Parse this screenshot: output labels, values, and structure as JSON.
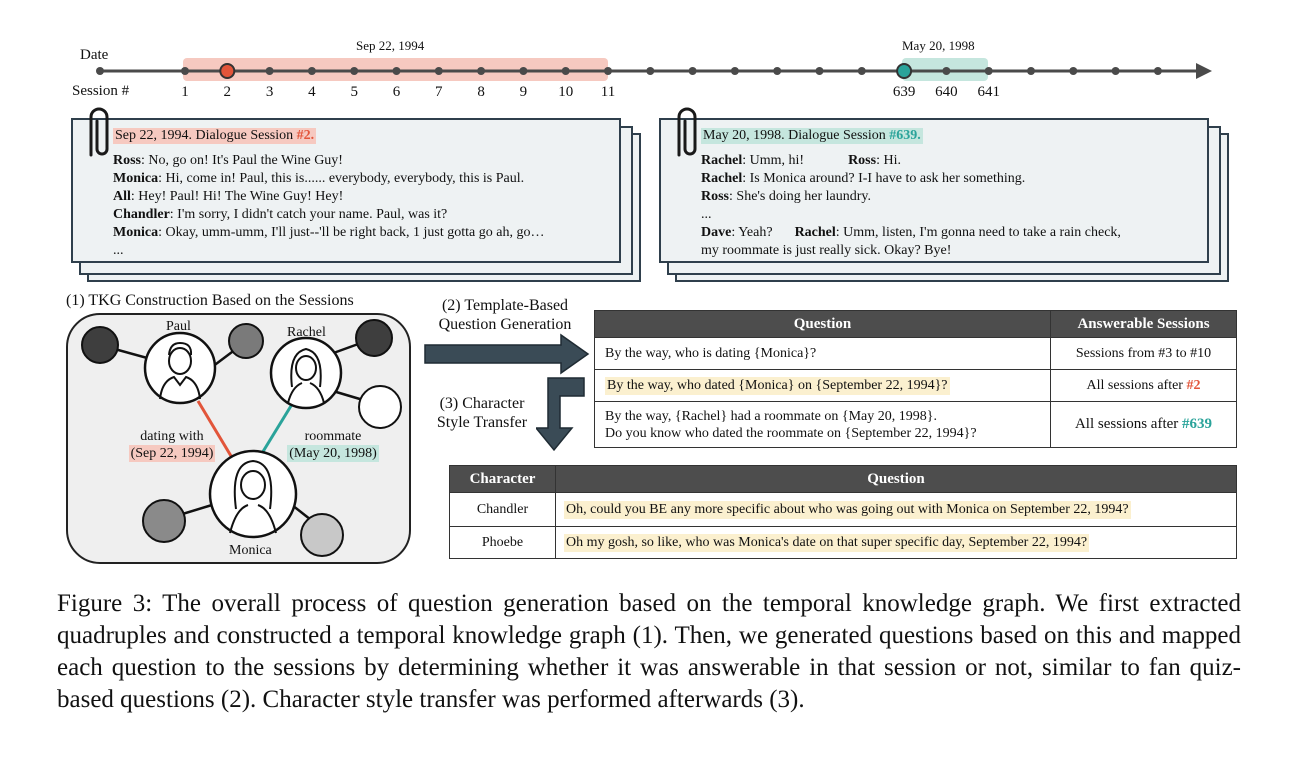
{
  "timeline": {
    "date_label": "Date",
    "session_label": "Session #",
    "date_left": "Sep 22, 1994",
    "date_right": "May 20, 1998",
    "session_numbers_left": [
      "1",
      "2",
      "3",
      "4",
      "5",
      "6",
      "7",
      "8",
      "9",
      "10",
      "11"
    ],
    "session_numbers_right": [
      "639",
      "640",
      "641"
    ],
    "colors": {
      "left_band": "#f6c9c0",
      "right_band": "#c5e6de",
      "axis": "#4a4a4a",
      "left_marker": "#e2553a",
      "right_marker": "#2aa39a"
    }
  },
  "dialogue_left": {
    "header_prefix": "Sep 22, 1994. Dialogue Session ",
    "header_session": "#2.",
    "lines": [
      {
        "speaker": "Ross",
        "text": ": No, go on! It's Paul the Wine Guy!"
      },
      {
        "speaker": "Monica",
        "text": ": Hi, come in! Paul, this is...... everybody, everybody, this is Paul."
      },
      {
        "speaker": "All",
        "text": ": Hey! Paul! Hi! The Wine Guy! Hey!"
      },
      {
        "speaker": "Chandler",
        "text": ": I'm sorry, I didn't catch your name. Paul, was it?"
      },
      {
        "speaker": "Monica",
        "text": ": Okay, umm-umm, I'll just--'ll be right back, 1 just gotta go ah, go…"
      }
    ],
    "ellipsis": "..."
  },
  "dialogue_right": {
    "header_prefix": "May 20, 1998. Dialogue Session ",
    "header_session": "#639.",
    "line1_a_speaker": "Rachel",
    "line1_a_text": ": Umm, hi!",
    "line1_b_speaker": "Ross",
    "line1_b_text": ": Hi.",
    "line2_speaker": "Rachel",
    "line2_text": ": Is Monica around? I-I have to ask her something.",
    "line3_speaker": "Ross",
    "line3_text": ": She's doing her laundry.",
    "ellipsis": "...",
    "line4_a_speaker": "Dave",
    "line4_a_text": ": Yeah?",
    "line4_b_speaker": "Rachel",
    "line4_b_text": ": Umm, listen, I'm gonna need to take a rain check,",
    "line5_text": "my roommate is just really sick. Okay? Bye!"
  },
  "sections": {
    "tkg_title": "(1) TKG Construction Based on the Sessions",
    "template_title_1": "(2) Template-Based",
    "template_title_2": "Question Generation",
    "style_title_1": "(3) Character",
    "style_title_2": "Style Transfer"
  },
  "tkg": {
    "paul": "Paul",
    "rachel": "Rachel",
    "monica": "Monica",
    "edge1_label": "dating with",
    "edge1_date": "(Sep 22, 1994)",
    "edge2_label": "roommate",
    "edge2_date": "(May 20, 1998)",
    "colors": {
      "edge_red": "#e2553a",
      "edge_teal": "#2aa39a"
    }
  },
  "question_table": {
    "headers": [
      "Question",
      "Answerable Sessions"
    ],
    "rows": [
      {
        "question": "By the way, who is dating {Monica}?",
        "answer": "Sessions from #3 to #10"
      },
      {
        "question": "By the way, who dated {Monica} on {September 22, 1994}?",
        "answer_prefix": "All sessions after ",
        "answer_session": "#2"
      },
      {
        "question_1": "By the way, {Rachel} had a roommate on {May 20, 1998}.",
        "question_2": "Do you know who dated the roommate on {September 22, 1994}?",
        "answer_prefix": "All sessions after ",
        "answer_session": "#639"
      }
    ]
  },
  "style_table": {
    "headers": [
      "Character",
      "Question"
    ],
    "rows": [
      {
        "character": "Chandler",
        "question": "Oh, could you BE any more specific about who was going out with Monica on September 22, 1994?"
      },
      {
        "character": "Phoebe",
        "question": "Oh my gosh, so like, who was Monica's date on that super specific day, September 22, 1994?"
      }
    ]
  },
  "caption": "Figure 3: The overall process of question generation based on the temporal knowledge graph. We first extracted quadruples and constructed a temporal knowledge graph (1). Then, we generated questions based on this and mapped each question to the sessions by determining whether it was answerable in that session or not, similar to fan quiz-based questions (2). Character style transfer was performed afterwards (3)."
}
